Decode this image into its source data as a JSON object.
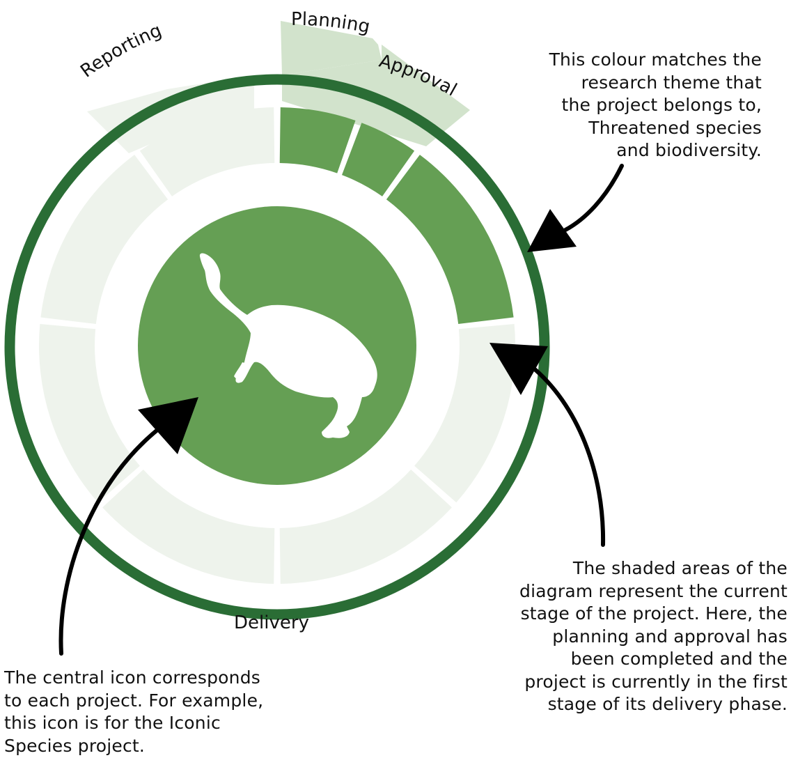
{
  "theme": {
    "name": "Threatened species and biodiversity",
    "colors": {
      "outer_ring": "#2a6d35",
      "completed": "#659f54",
      "upcoming": "#eef3ec",
      "label_band": "#d2e3cc",
      "reporting_band": "#eef3ec",
      "center": "#659f54",
      "arrow": "#000000",
      "text": "#111111",
      "icon": "#ffffff"
    }
  },
  "stages": [
    {
      "name": "Planning",
      "status": "completed"
    },
    {
      "name": "Approval",
      "status": "completed"
    },
    {
      "name": "Delivery",
      "status": "current"
    },
    {
      "name": "Reporting",
      "status": "upcoming"
    }
  ],
  "delivery_segments": [
    "completed",
    "upcoming",
    "upcoming",
    "upcoming",
    "upcoming",
    "upcoming"
  ],
  "reporting_segments": [
    "upcoming"
  ],
  "labels": {
    "planning": "Planning",
    "approval": "Approval",
    "reporting": "Reporting",
    "delivery": "Delivery"
  },
  "center_icon": {
    "name": "turtle-icon"
  },
  "annotations": {
    "colour": {
      "lines": [
        "This colour matches the",
        "research theme that",
        "the project belongs to,",
        "Threatened species",
        "and biodiversity."
      ]
    },
    "shaded": {
      "lines": [
        "The shaded areas of the",
        "diagram represent the current",
        "stage of the project. Here, the",
        "planning and approval has",
        "been completed and the",
        "project is currently in the first",
        "stage of its delivery phase."
      ]
    },
    "icon": {
      "lines": [
        "The central icon corresponds",
        "to each project. For example,",
        "this icon is for the Iconic",
        "Species project."
      ]
    }
  }
}
